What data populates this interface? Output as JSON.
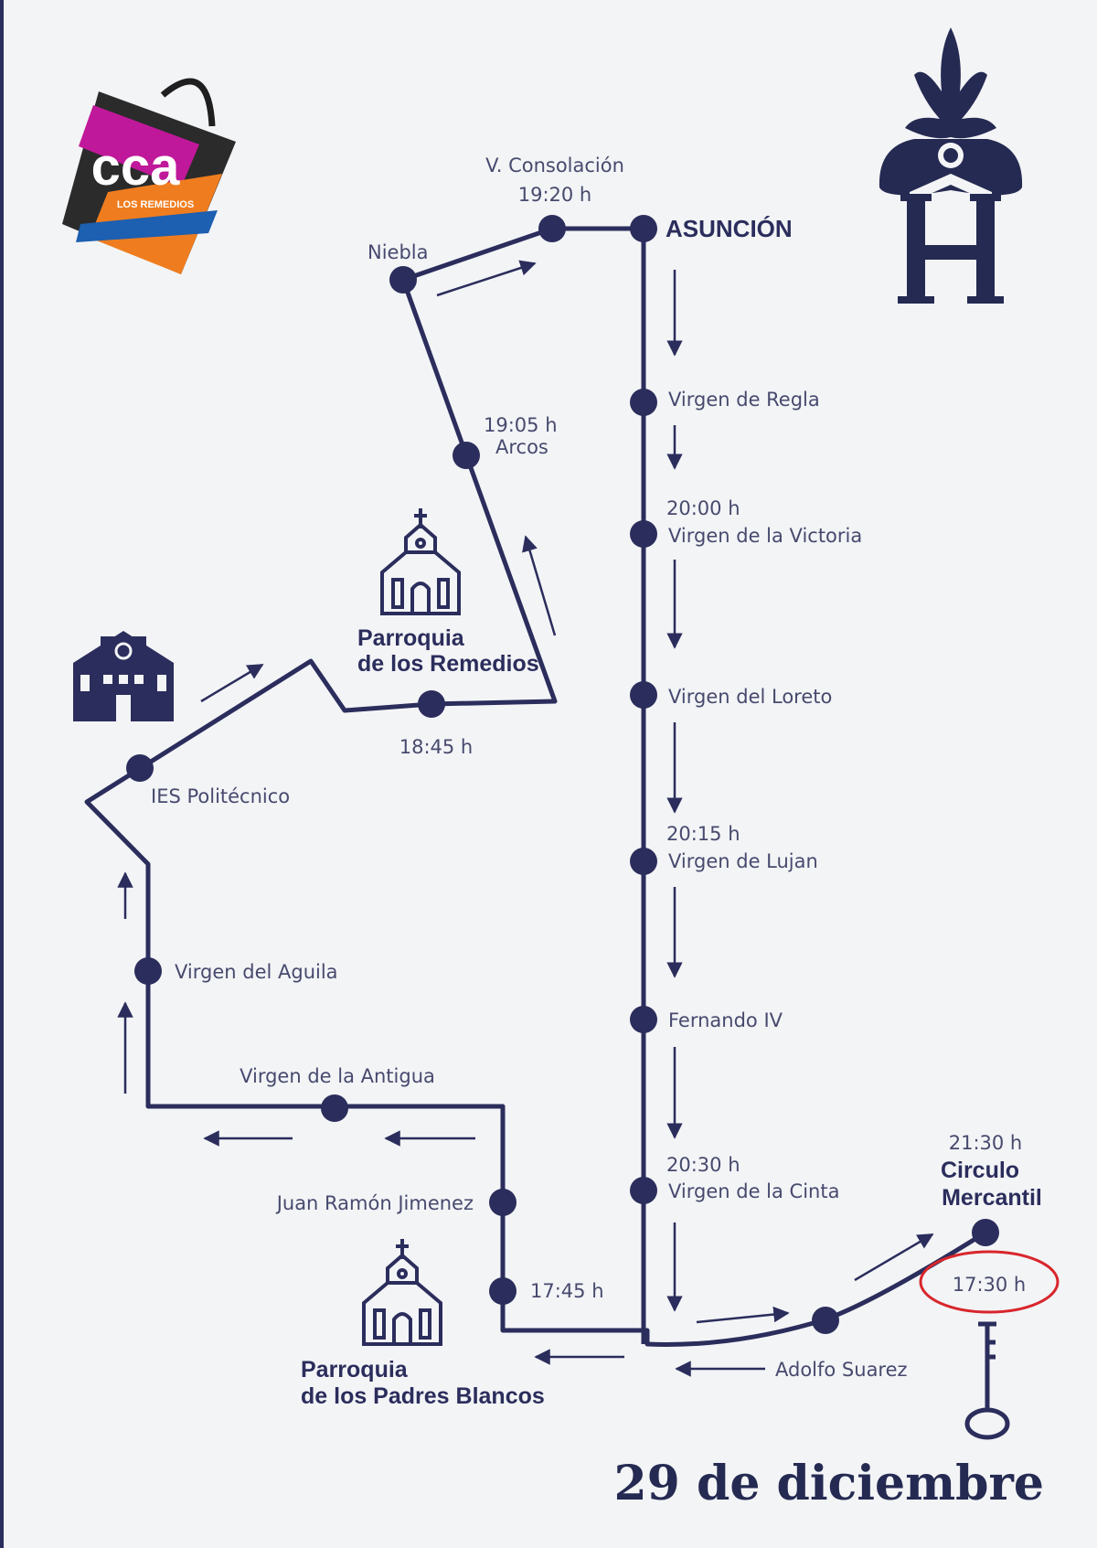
{
  "date": "29 de diciembre",
  "logo_left": {
    "brand": "cca",
    "subtitle": "LOS REMEDIOS",
    "colors": [
      "#c0189a",
      "#ef7d1f",
      "#1d5fb0",
      "#2b2b2b"
    ]
  },
  "logo_right": {
    "letter": "H",
    "color": "#252a52"
  },
  "colors": {
    "route": "#2b2d5c",
    "text": "#474a6e",
    "highlight": "#d8262c"
  },
  "stops": {
    "v_consolacion": {
      "name": "V. Consolación",
      "time": "19:20 h"
    },
    "asuncion": {
      "name": "ASUNCIÓN"
    },
    "niebla": {
      "name": "Niebla"
    },
    "arcos": {
      "name": "Arcos",
      "time": "19:05 h"
    },
    "virgen_regla": {
      "name": "Virgen de Regla"
    },
    "virgen_victoria": {
      "name": "Virgen de la Victoria",
      "time": "20:00 h"
    },
    "virgen_loreto": {
      "name": "Virgen del Loreto"
    },
    "virgen_lujan": {
      "name": "Virgen de Lujan",
      "time": "20:15 h"
    },
    "fernando_iv": {
      "name": "Fernando IV"
    },
    "virgen_cinta": {
      "name": "Virgen de la Cinta",
      "time": "20:30 h"
    },
    "circulo_mercantil": {
      "name_line1": "Circulo",
      "name_line2": "Mercantil",
      "time": "21:30 h"
    },
    "start": {
      "time": "17:30 h"
    },
    "adolfo_suarez": {
      "name": "Adolfo Suarez"
    },
    "remedios_stop": {
      "time": "18:45 h"
    },
    "ies_politecnico": {
      "name": "IES Politécnico"
    },
    "virgen_aguila": {
      "name": "Virgen del Aguila"
    },
    "virgen_antigua": {
      "name": "Virgen de la Antigua"
    },
    "juan_ramon": {
      "name": "Juan Ramón Jimenez"
    },
    "padres_blancos_stop": {
      "time": "17:45 h"
    }
  },
  "landmarks": {
    "parroquia_remedios": {
      "line1": "Parroquia",
      "line2": "de los Remedios"
    },
    "parroquia_padres_blancos": {
      "line1": "Parroquia",
      "line2": "de los Padres Blancos"
    }
  },
  "icons": [
    "church-icon",
    "school-building-icon",
    "key-icon",
    "cca-logo",
    "h-crest-logo"
  ]
}
